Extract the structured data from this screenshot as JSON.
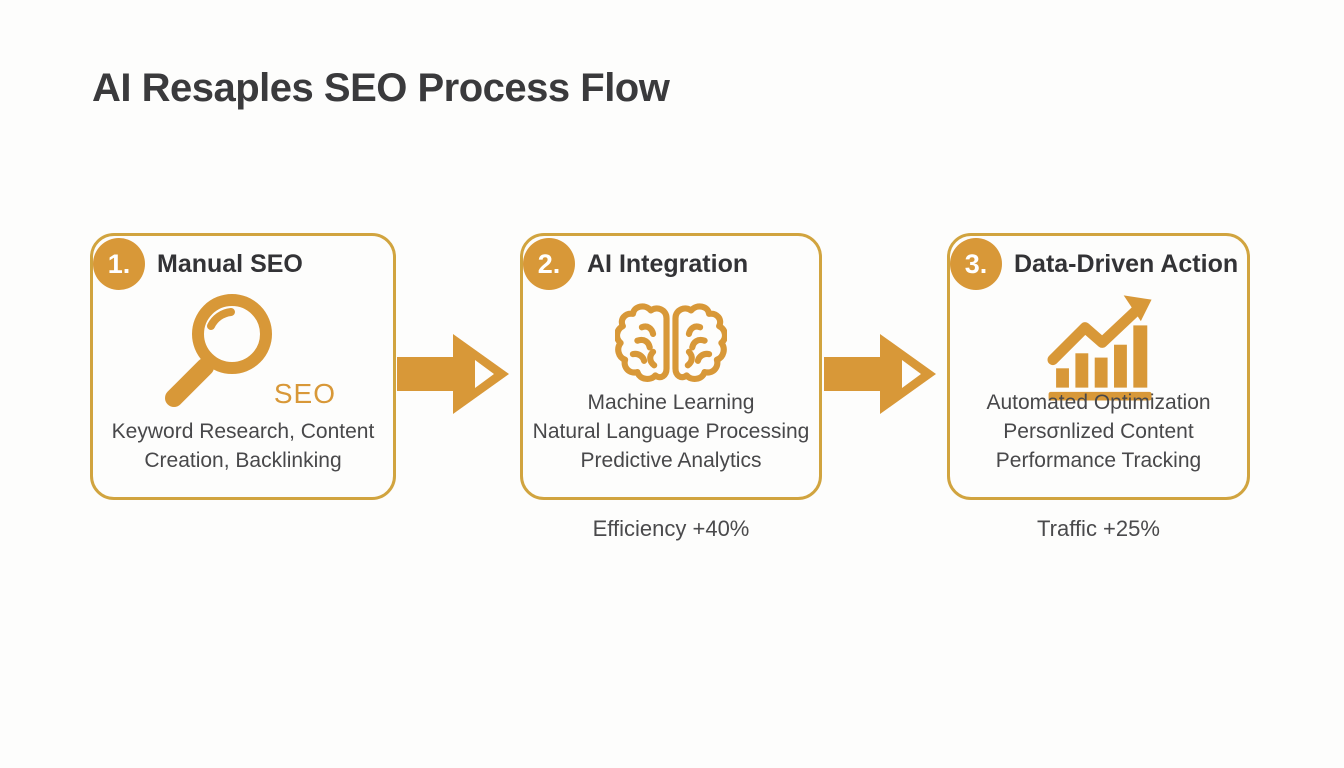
{
  "title": "AI Resaples SEO Process Flow",
  "accent_color": "#d89838",
  "border_color": "#d1a43f",
  "steps": [
    {
      "number": "1.",
      "heading": "Manual SEO",
      "icon": "magnifying-glass-seo-icon",
      "icon_label": "SEO",
      "lines": [
        "Keyword Research, Content",
        "Creation, Backlinking"
      ]
    },
    {
      "number": "2.",
      "heading": "AI Integration",
      "icon": "brain-icon",
      "lines": [
        "Machine Learning",
        "Natural Language Processing",
        "Predictive Analytics"
      ],
      "stat": "Efficiency +40%"
    },
    {
      "number": "3.",
      "heading": "Data-Driven Action",
      "icon": "growth-bar-chart-icon",
      "lines": [
        "Automated Optimization",
        "Persσnlized Content",
        "Performance Tracking"
      ],
      "stat": "Traffic +25%"
    }
  ]
}
